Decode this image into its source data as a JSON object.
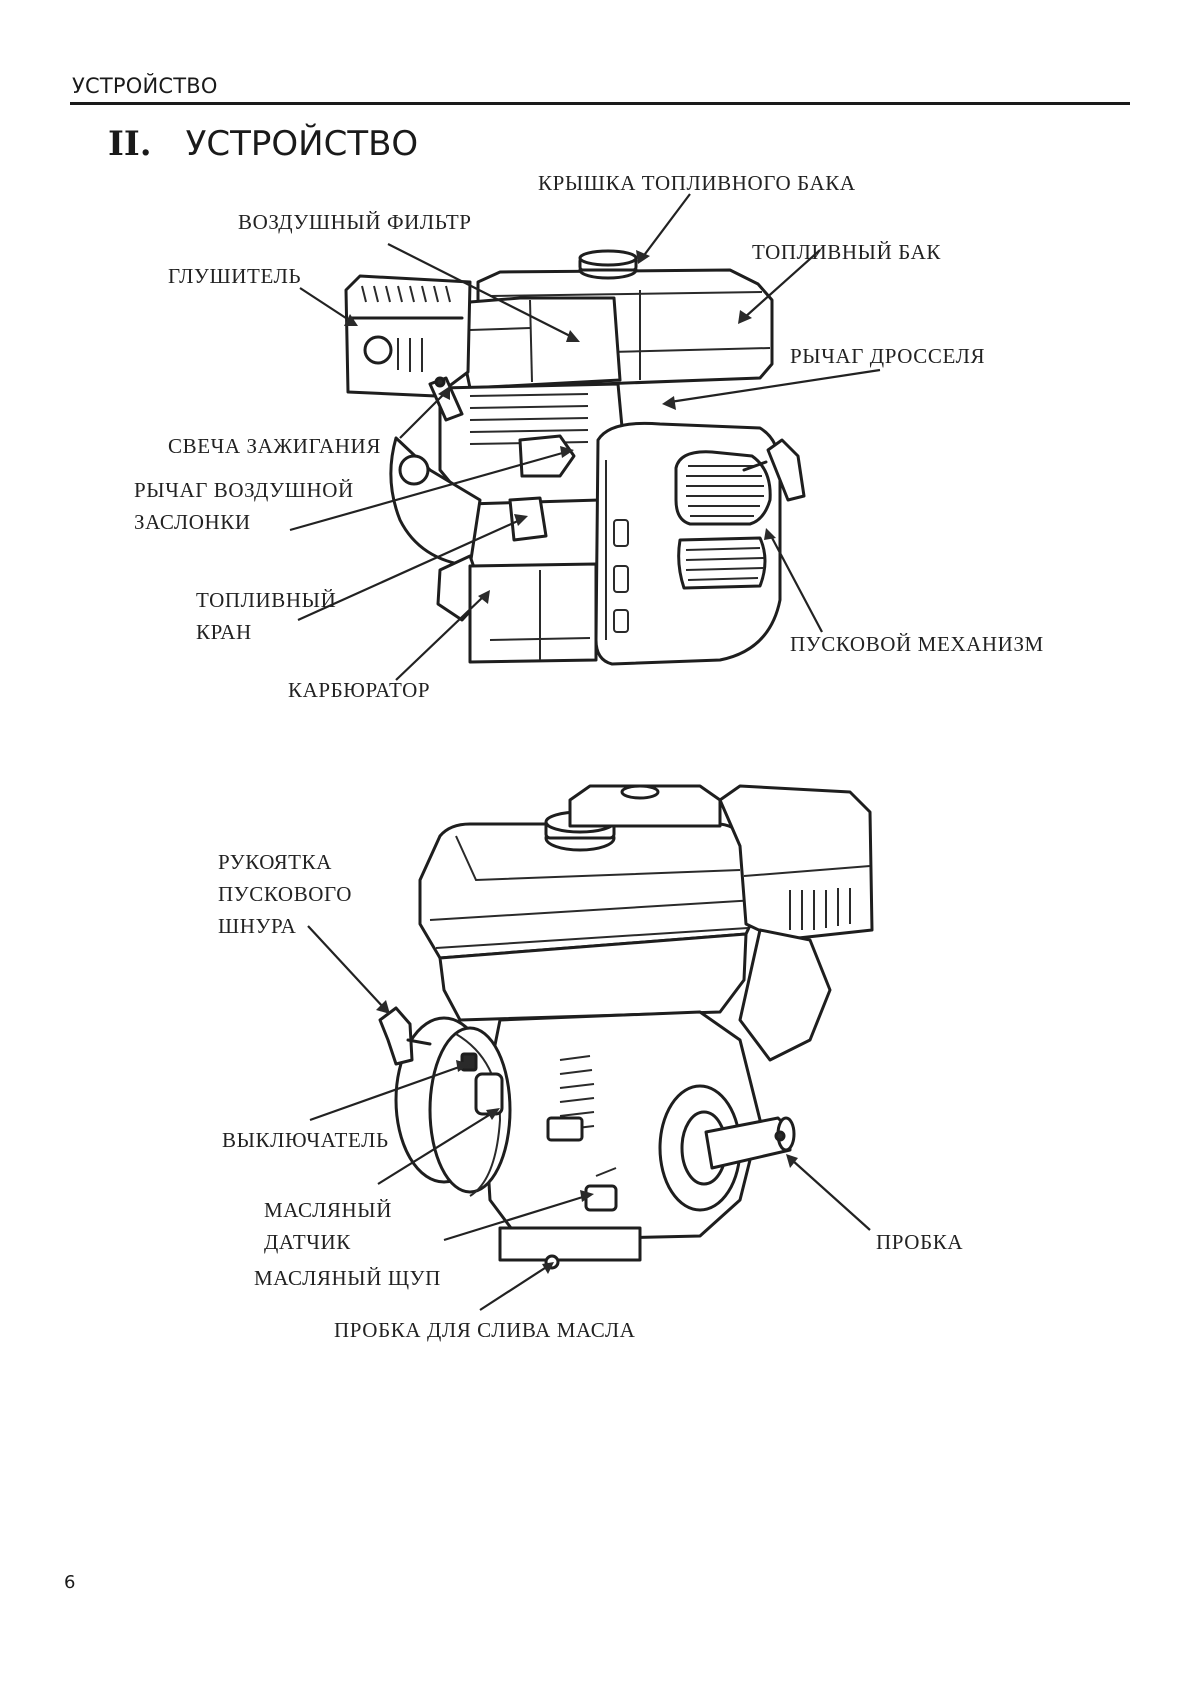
{
  "header": {
    "running_title": "УСТРОЙСТВО"
  },
  "section": {
    "number": "II.",
    "title": "УСТРОЙСТВО"
  },
  "figure1": {
    "labels": {
      "fuel_cap": "КРЫШКА ТОПЛИВНОГО БАКА",
      "air_filter": "ВОЗДУШНЫЙ ФИЛЬТР",
      "fuel_tank": "ТОПЛИВНЫЙ БАК",
      "muffler": "ГЛУШИТЕЛЬ",
      "throttle_lever": "РЫЧАГ ДРОССЕЛЯ",
      "spark_plug": "СВЕЧА ЗАЖИГАНИЯ",
      "choke_lever": "РЫЧАГ ВОЗДУШНОЙ\nЗАСЛОНКИ",
      "fuel_valve": "ТОПЛИВНЫЙ\nКРАН",
      "recoil_starter": "ПУСКОВОЙ МЕХАНИЗМ",
      "carburetor": "КАРБЮРАТОР"
    }
  },
  "figure2": {
    "labels": {
      "starter_grip": "РУКОЯТКА\nПУСКОВОГО\nШНУРА",
      "engine_switch": "ВЫКЛЮЧАТЕЛЬ",
      "oil_sensor": "МАСЛЯНЫЙ\nДАТЧИК",
      "dipstick": "МАСЛЯНЫЙ ЩУП",
      "plug": "ПРОБКА",
      "oil_drain_plug": "ПРОБКА ДЛЯ СЛИВА МАСЛА"
    }
  },
  "footer": {
    "page_number": "6"
  }
}
